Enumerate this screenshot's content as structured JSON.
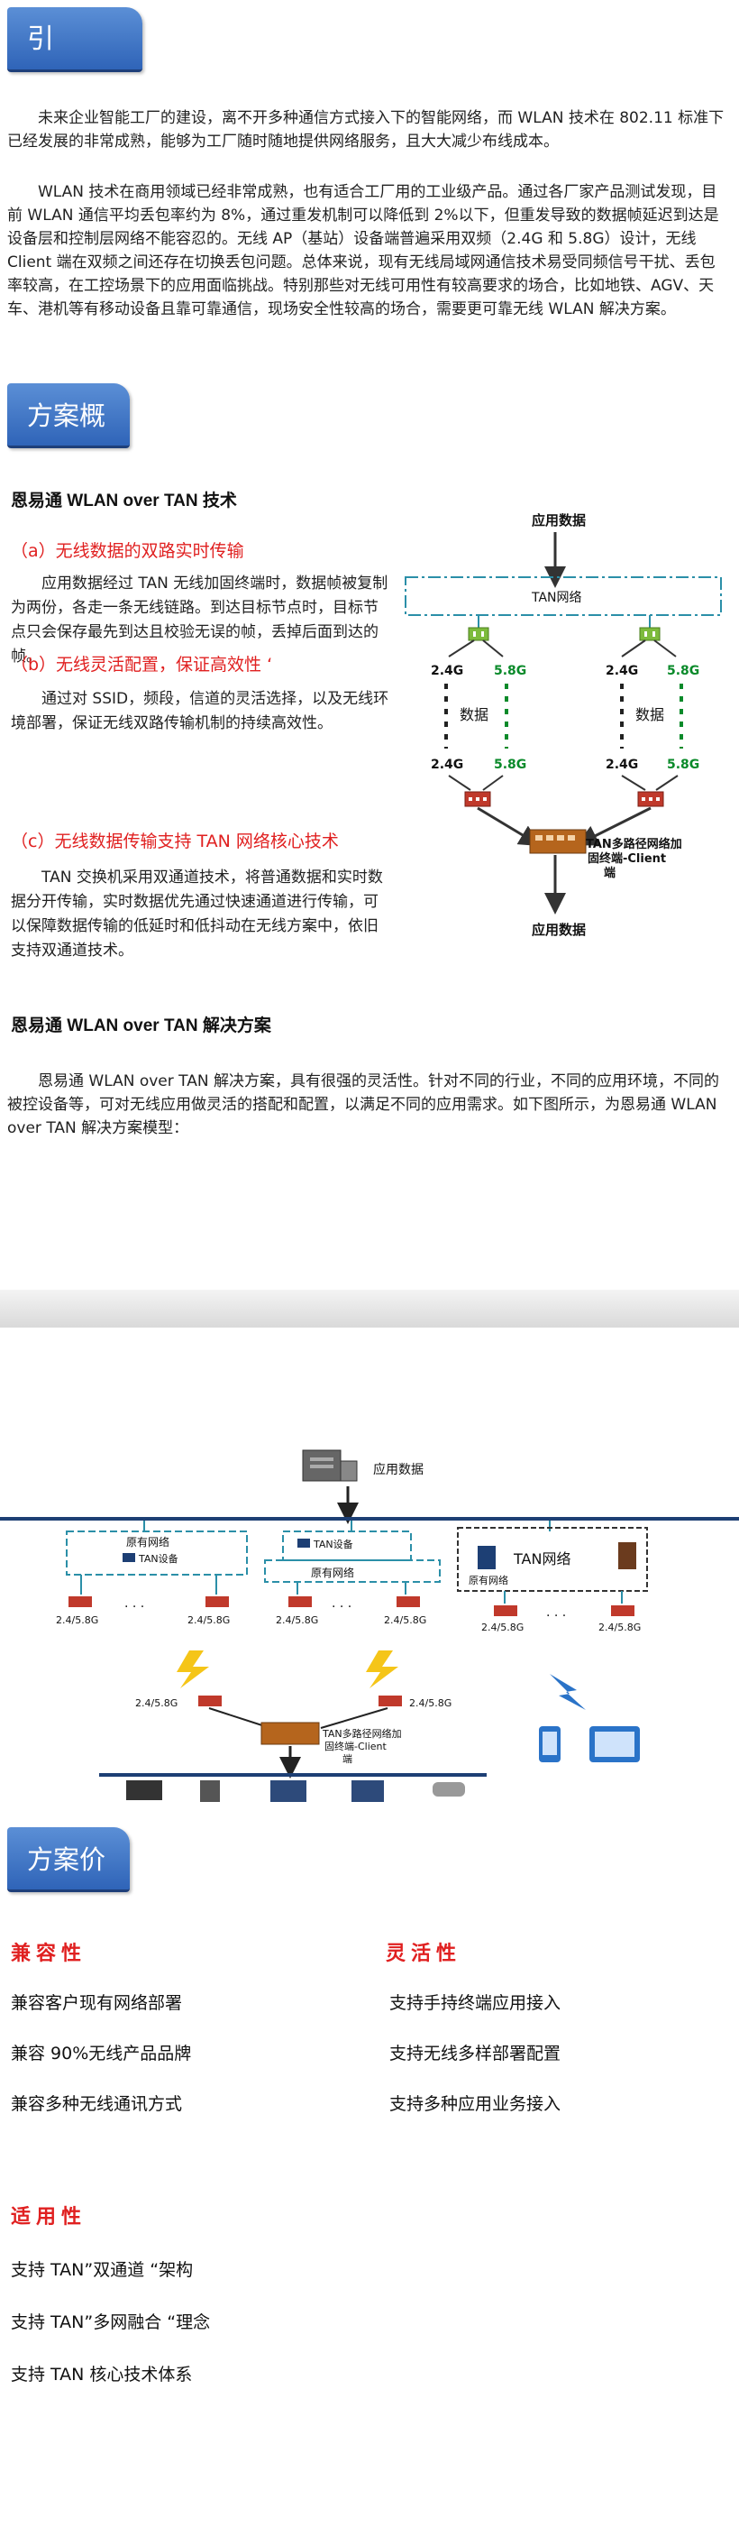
{
  "intro": {
    "title": "引言",
    "para1": "未来企业智能工厂的建设，离不开多种通信方式接入下的智能网络，而 WLAN 技术在 802.11 标准下已经发展的非常成熟，能够为工厂随时随地提供网络服务，且大大减少布线成本。",
    "para2": "WLAN 技术在商用领域已经非常成熟，也有适合工厂用的工业级产品。通过各厂家产品测试发现，目前 WLAN 通信平均丢包率约为 8%，通过重发机制可以降低到 2%以下，但重发导致的数据帧延迟到达是设备层和控制层网络不能容忍的。无线 AP（基站）设备端普遍采用双频（2.4G 和 5.8G）设计，无线 Client 端在双频之间还存在切换丢包问题。总体来说，现有无线局域网通信技术易受同频信号干扰、丢包率较高，在工控场景下的应用面临挑战。特别那些对无线可用性有较高要求的场合，比如地铁、AGV、天车、港机等有移动设备且靠可靠通信，现场安全性较高的场合，需要更可靠无线 WLAN 解决方案。"
  },
  "overview": {
    "title": "方案概述",
    "section1": "恩易通 WLAN over TAN 技术",
    "sub1": "（a）无线数据的双路实时传输",
    "text1": "应用数据经过 TAN 无线加固终端时，数据帧被复制为两份，各走一条无线链路。到达目标节点时，目标节点只会保存最先到达且校验无误的帧，丢掉后面到达的帧。",
    "sub2": "（b）无线灵活配置，保证高效性 ‘",
    "text2": "通过对 SSID，频段，信道的灵活选择，以及无线环境部署，保证无线双路传输机制的持续高效性。",
    "sub3": "（c）无线数据传输支持 TAN 网络核心技术",
    "text3": "TAN 交换机采用双通道技术，将普通数据和实时数据分开传输，实时数据优先通过快速通道进行传输，可以保障数据传输的低延时和低抖动在无线方案中，依旧支持双通道技术。",
    "section2": "恩易通 WLAN over TAN 解决方案",
    "text4": "恩易通 WLAN over TAN 解决方案，具有很强的灵活性。针对不同的行业，不同的应用环境，不同的被控设备等，可对无线应用做灵活的搭配和配置，以满足不同的应用需求。如下图所示，为恩易通 WLAN over TAN 解决方案模型："
  },
  "diagram1": {
    "top_label": "应用数据",
    "net_label": "TAN网络",
    "band_a": "2.4G",
    "band_b": "5.8G",
    "mid_label": "数据",
    "device_label": "TAN多路径网络加固终端-Client端",
    "bottom_label": "应用数据"
  },
  "diagram2": {
    "server_label": "应用数据",
    "net_label": "TAN网络",
    "old_net_1": "原有网络",
    "old_net_2": "原有网络",
    "old_net_3": "原有网络",
    "tan_device_1": "TAN设备",
    "tan_device_2": "TAN设备",
    "band": "2.4/5.8G",
    "dots": "· · ·",
    "client_label": "TAN多路径网络加固终端-Client端"
  },
  "value": {
    "title": "方案价值",
    "col1_head": "兼容性",
    "col1": [
      "兼容客户现有网络部署",
      "兼容 90%无线产品品牌",
      "兼容多种无线通讯方式"
    ],
    "col2_head": "灵活性",
    "col2": [
      "支持手持终端应用接入",
      "支持无线多样部署配置",
      "支持多种应用业务接入"
    ],
    "col3_head": "适用性",
    "col3": [
      "支持 TAN”双通道 “架构",
      "支持 TAN”多网融合 “理念",
      "支持 TAN 核心技术体系"
    ]
  },
  "colors": {
    "header_blue": "#2f64b8",
    "accent_red": "#e02020",
    "dashed_teal": "#2b8fa8"
  }
}
